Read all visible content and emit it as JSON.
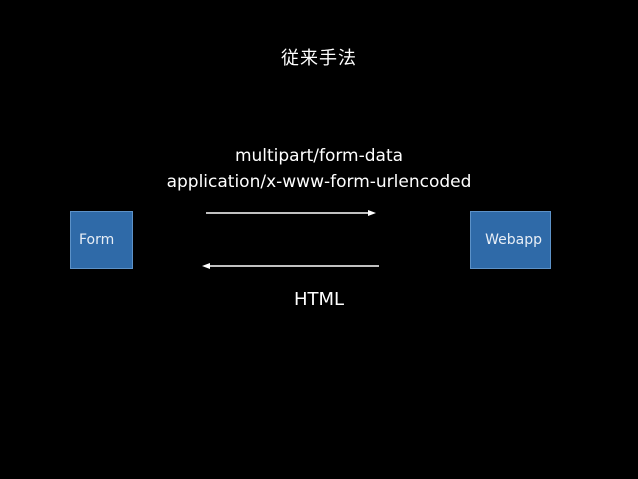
{
  "title": "従来手法",
  "request": {
    "content_types": [
      "multipart/form-data",
      "application/x-www-form-urlencoded"
    ]
  },
  "response": {
    "label": "HTML"
  },
  "nodes": {
    "client": "Form",
    "server": "Webapp"
  },
  "colors": {
    "background": "#000000",
    "box_fill": "#2f6aa8",
    "box_border": "#5d92c8",
    "text": "#ffffff"
  }
}
